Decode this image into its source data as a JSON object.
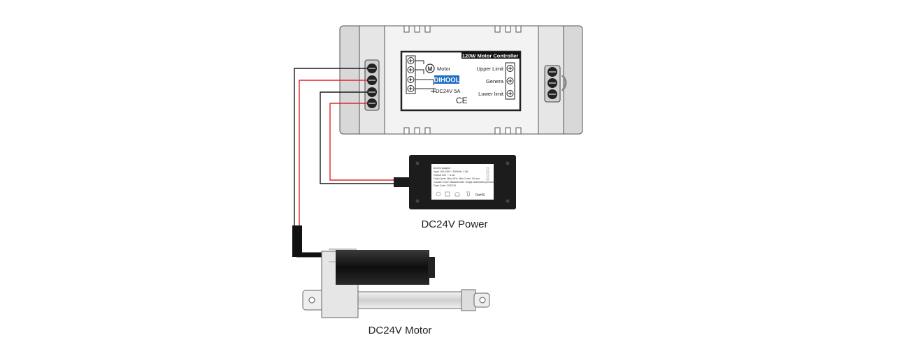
{
  "controller": {
    "header": "120W Motor Controller",
    "brand": "DIHOOL",
    "motor_label": "Motor",
    "motor_symbol": "M",
    "supply_label": "DC24V 5A",
    "ce_mark": "CE",
    "upper_limit": "Upper Limit",
    "general": "Genera",
    "lower_limit": "Lower limit"
  },
  "adapter": {
    "spec_lines": [
      "AC/DC Adapter",
      "Input 100-240V~ 50/60Hz 1.5A",
      "Output 24V ⎓ 5.0A",
      "Duty Cycle: Max 10%, Max 2 min. 18 min.",
      "Caution: Don't disassemble. Single authorized personnel.",
      "Date Code: 2023/10"
    ],
    "rohs": "RoHS",
    "caption": "DC24V Power"
  },
  "motor": {
    "caption": "DC24V Motor"
  },
  "colors": {
    "wire_red": "#e0262b",
    "wire_black": "#1a1a1a",
    "brand_blue": "#1f6fc4",
    "housing_gray": "#dedede",
    "body_black": "#1c1c1c"
  }
}
